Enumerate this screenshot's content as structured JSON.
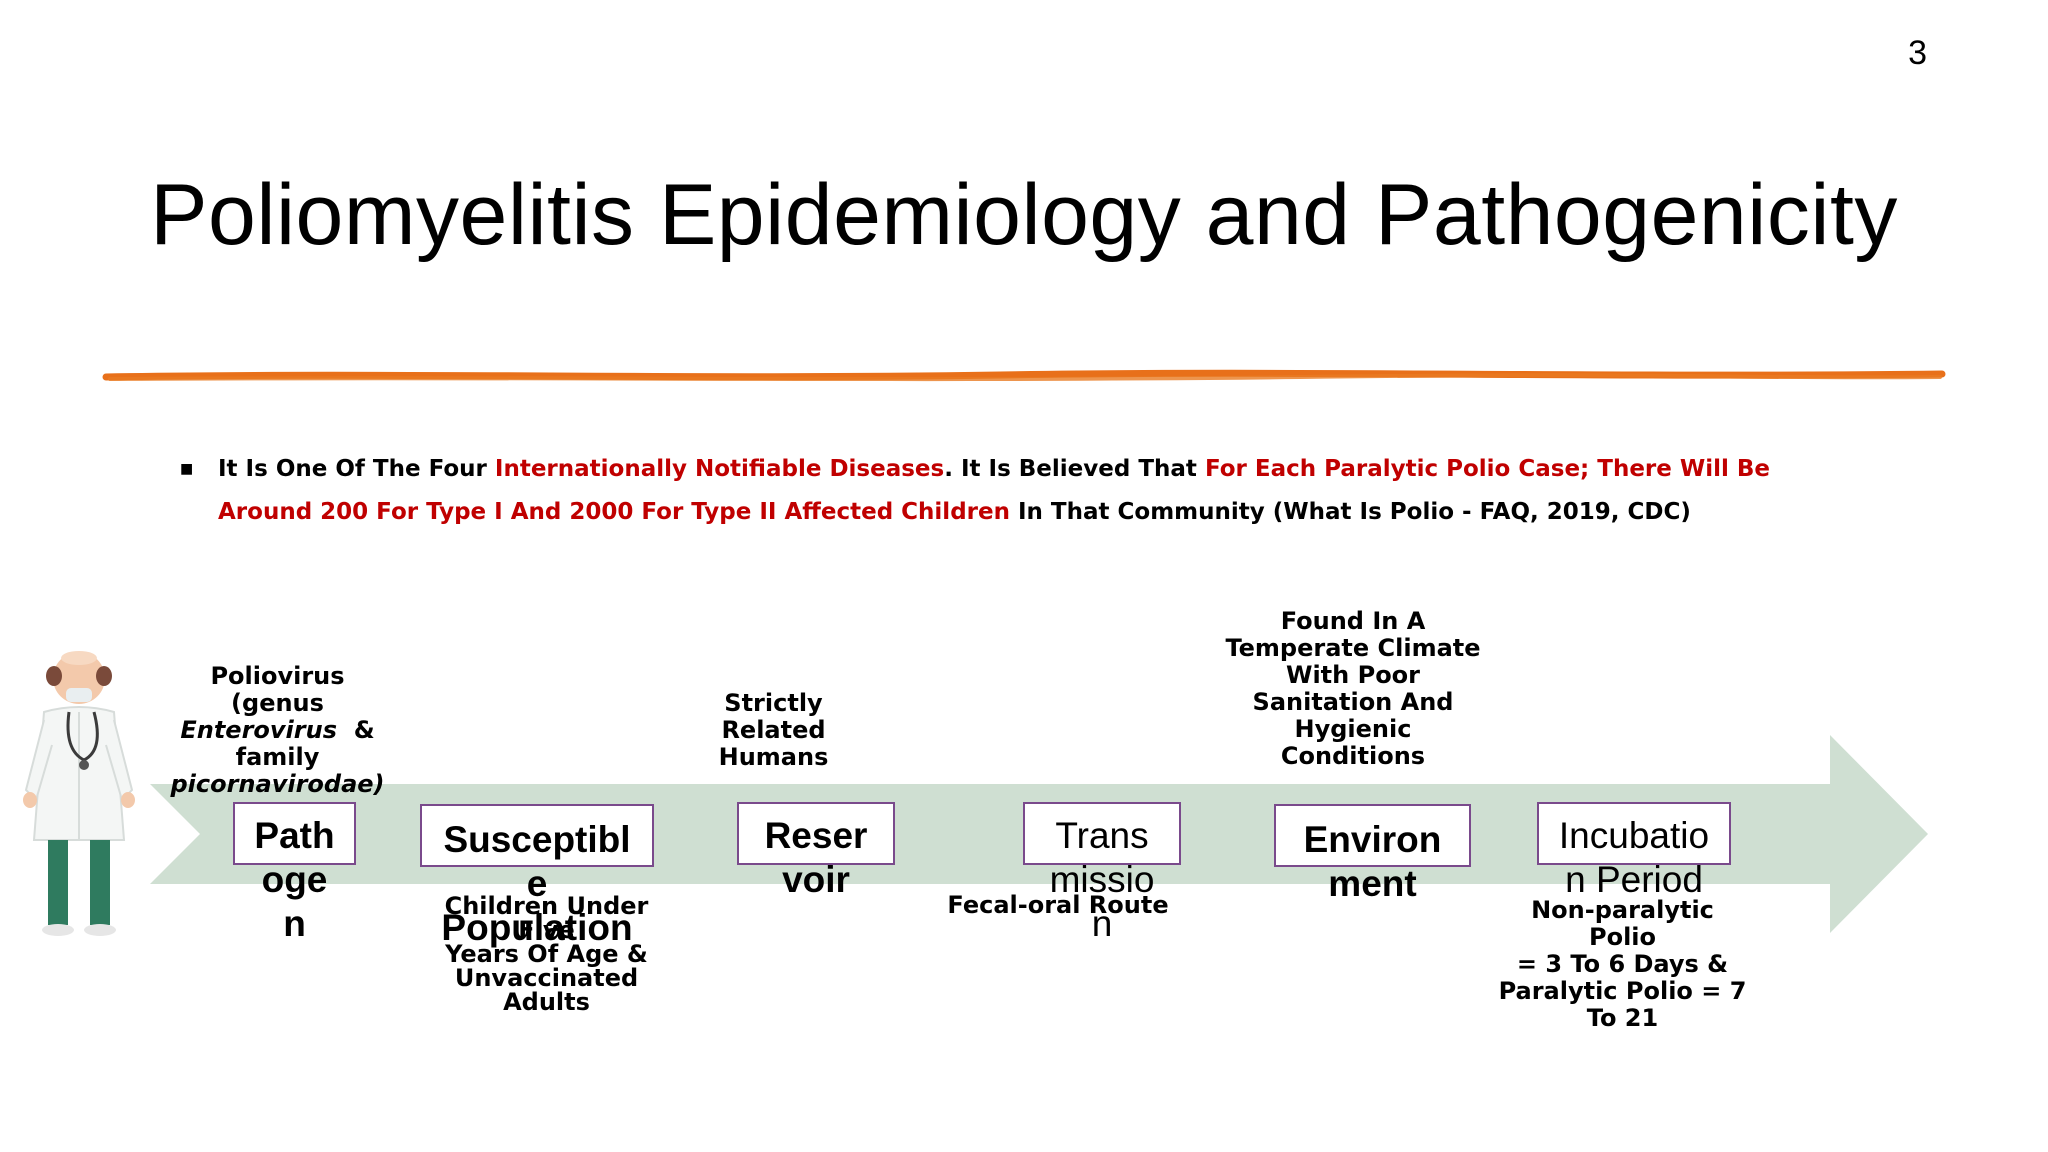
{
  "slide": {
    "page_number": "3",
    "title": "Poliomyelitis Epidemiology and Pathogenicity"
  },
  "bullet": {
    "parts": [
      {
        "text": "It Is One Of The Four ",
        "color": "black"
      },
      {
        "text": "Internationally Notifiable Diseases",
        "color": "red"
      },
      {
        "text": ". It Is Believed That ",
        "color": "black"
      },
      {
        "text": "For Each Paralytic Polio Case; There Will Be Around 200 For Type I And 2000 For Type II Affected Children",
        "color": "red"
      },
      {
        "text": " In That Community (What Is Polio - FAQ, 2019, CDC)",
        "color": "black"
      }
    ]
  },
  "timeline": {
    "arrow_color": "#cfdfd2",
    "box_border_color": "#7a4a8c",
    "items": [
      {
        "label_lines": [
          "Path",
          "oge",
          "n"
        ],
        "note": "Poliovirus (genus Enterovirus & family picornavirodae)"
      },
      {
        "label_lines": [
          "Susceptibl",
          "e",
          "Population"
        ],
        "note": "Children Under Five Years Of Age & Unvaccinated Adults"
      },
      {
        "label_lines": [
          "Reser",
          "voir"
        ],
        "note": "Strictly Related Humans"
      },
      {
        "label_lines": [
          "Trans",
          "missio",
          "n"
        ],
        "note": "Fecal-oral Route"
      },
      {
        "label_lines": [
          "Environ",
          "ment"
        ],
        "note": "Found In A Temperate Climate With Poor Sanitation And Hygienic Conditions"
      },
      {
        "label_lines": [
          "Incubatio",
          "n Period"
        ],
        "note": "Non-paralytic Polio = 3 To 6 Days & Paralytic Polio = 7 To 21"
      }
    ]
  },
  "notes_display": {
    "pathogen": {
      "line1": "Poliovirus (genus",
      "italic1": "Enterovirus",
      "amp": "&",
      "line3": "family",
      "italic2": "picornavirodae)"
    },
    "population": [
      "Children Under Five",
      "Years Of Age &",
      "Unvaccinated Adults"
    ],
    "reservoir": [
      "Strictly",
      "Related",
      "Humans"
    ],
    "transmission": [
      "Fecal-oral Route"
    ],
    "environment": [
      "Found In A",
      "Temperate Climate",
      "With Poor",
      "Sanitation And",
      "Hygienic",
      "Conditions"
    ],
    "incubation": [
      "Non-paralytic Polio",
      "= 3 To 6 Days &",
      "Paralytic Polio = 7",
      "To 21"
    ]
  },
  "illustration": {
    "icon": "doctor-icon"
  }
}
